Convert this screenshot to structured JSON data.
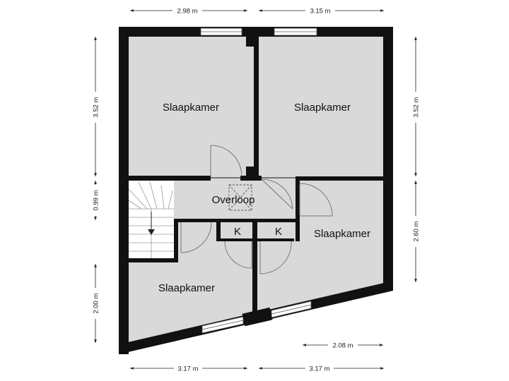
{
  "rooms": {
    "slaapkamer_top_left": "Slaapkamer",
    "slaapkamer_top_right": "Slaapkamer",
    "overloop": "Overloop",
    "slaapkamer_right": "Slaapkamer",
    "slaapkamer_bottom_left": "Slaapkamer",
    "kast_1": "K",
    "kast_2": "K"
  },
  "dimensions": {
    "top_left": "2.98 m",
    "top_right": "3.15 m",
    "left_upper": "3.52 m",
    "left_middle": "0.99 m",
    "left_lower": "2.00 m",
    "right_upper": "3.52 m",
    "right_lower": "2.60 m",
    "bottom_right_inner": "2.08 m",
    "bottom_left": "3.17 m",
    "bottom_right": "3.17 m"
  },
  "colors": {
    "wall": "#111111",
    "floor": "#d9d9d9",
    "stairs_floor": "#ffffff",
    "door_line": "#777777",
    "window": "#ffffff"
  }
}
